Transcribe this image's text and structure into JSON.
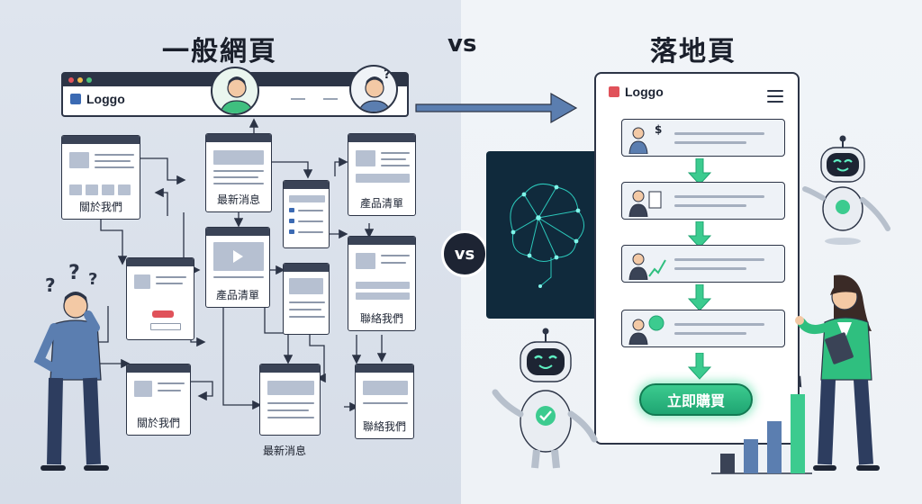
{
  "titles": {
    "left": "一般網頁",
    "center_vs": "vs",
    "right": "落地頁"
  },
  "vs_badge": "vs",
  "left_browser": {
    "logo": "Loggo"
  },
  "landing": {
    "logo": "Loggo",
    "cta": "立即購買"
  },
  "left_pages": {
    "about_top": "關於我們",
    "news_top": "最新消息",
    "products_top": "產品清單",
    "products_mid": "產品清單",
    "contact_mid": "聯絡我們",
    "about_bottom": "關於我們",
    "news_bottom": "最新消息",
    "contact_bottom": "聯絡我們"
  },
  "icons": {
    "confused_question": "?",
    "dollar_symbol": "$"
  },
  "colors": {
    "left_bg": "#dfe5ee",
    "right_bg": "#f1f4f8",
    "frame": "#2c3446",
    "accent_blue": "#3b6ab3",
    "accent_red": "#e0525a",
    "accent_green": "#2fbf7f",
    "arrow_blue": "#5b7eb0"
  }
}
